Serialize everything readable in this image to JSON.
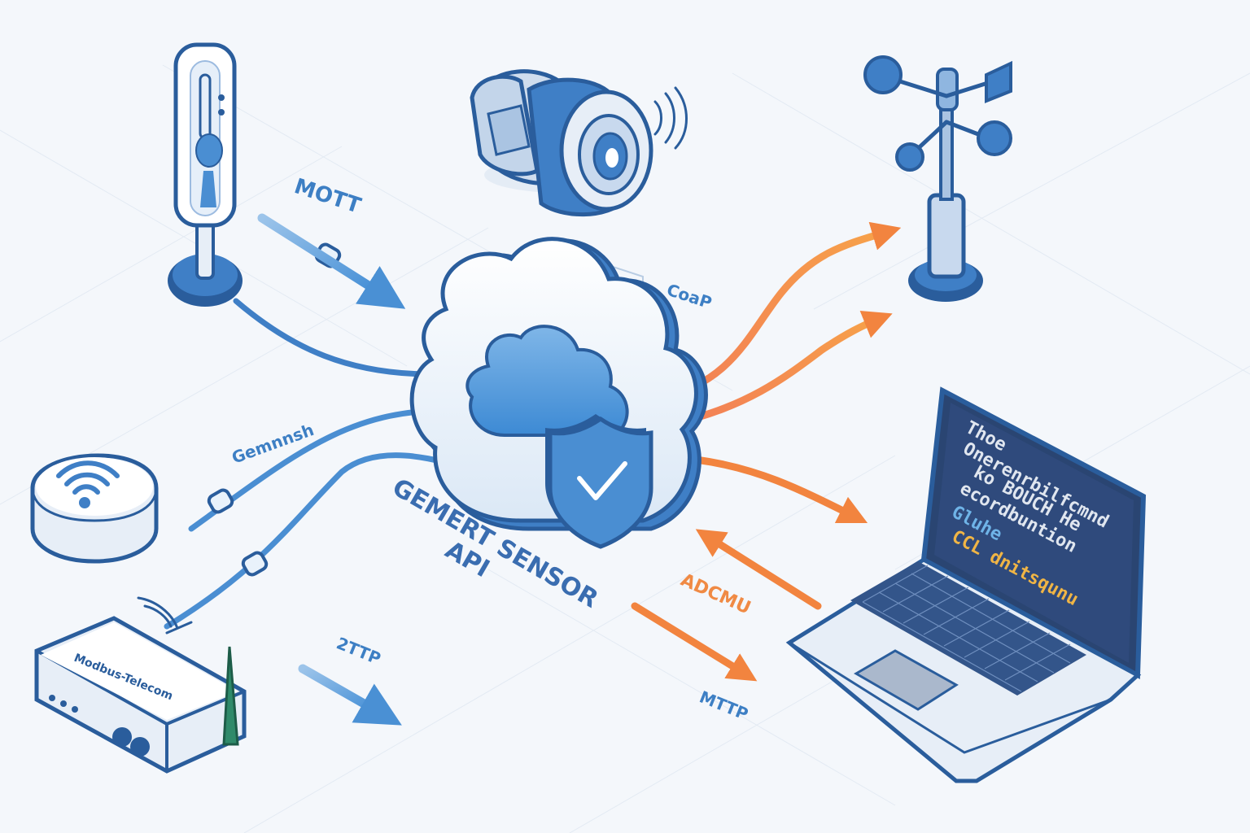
{
  "labels": {
    "mqtt_top": "MOTT",
    "coap": "CoaP",
    "gemnnsh": "Gemnnsh",
    "center_line1": "GEMERT SENSOR",
    "center_line2": "API",
    "zttp": "2TTP",
    "adcmu": "ADCMU",
    "mttp": "MTTP",
    "router_label": "Modbus-Telecom"
  },
  "laptop_screen": {
    "lines": [
      "Thoe",
      "Onerenrbilfcmnd",
      "ko BOUCH He",
      "ecordbuntion",
      "Gluhe",
      "CCL dnitsqunu"
    ]
  },
  "colors": {
    "blue_main": "#3d7fc4",
    "blue_dark": "#2a5d9c",
    "blue_light": "#9cc4ea",
    "orange": "#f2843f",
    "screen_bg": "#2f4a7c",
    "background": "#f4f7fb"
  },
  "icons": [
    "thermometer-sensor-icon",
    "camera-sensor-icon",
    "weather-station-icon",
    "wifi-hub-icon",
    "modem-router-icon",
    "cloud-icon",
    "shield-check-icon",
    "laptop-icon"
  ]
}
